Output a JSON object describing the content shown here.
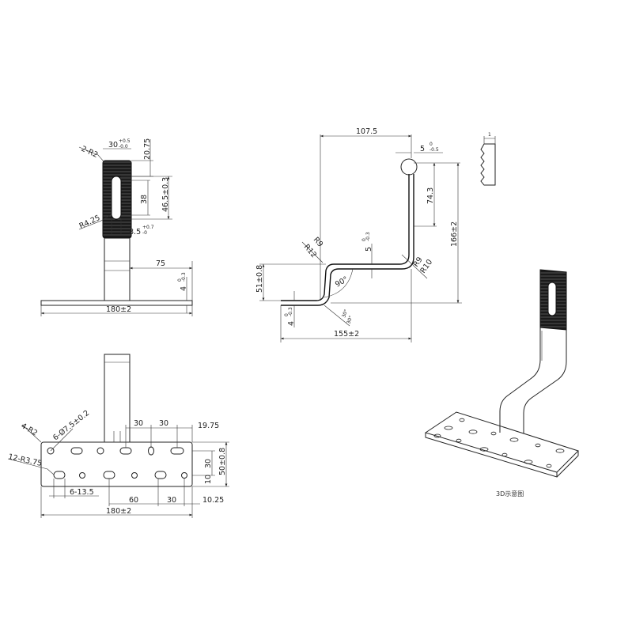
{
  "front_view": {
    "width_label": "30",
    "width_tol_upper": "+0.5",
    "width_tol_lower": "-0.0",
    "corner_radius": "2-R2",
    "top_margin": "20.75",
    "slot_length": "38",
    "slot_span": "46.5±0.3",
    "slot_radius": "R4.25",
    "slot_width": "8.5",
    "slot_width_tol_upper": "+0.7",
    "slot_width_tol_lower": "-0",
    "arm_offset": "75",
    "base_thickness": "4",
    "base_thickness_tol_upper": "0",
    "base_thickness_tol_lower": "-0.3",
    "base_width": "180±2"
  },
  "side_view": {
    "top_length": "107.5",
    "tip_thickness": "5",
    "tip_tol_upper": "0",
    "tip_tol_lower": "-0.5",
    "upper_drop": "74.3",
    "overall_height": "166±2",
    "inner_radius_left": "R12",
    "outer_radius_left": "R9",
    "inner_radius_right": "R9",
    "outer_radius_right": "R10",
    "mid_thickness": "5",
    "mid_tol_upper": "0",
    "mid_tol_lower": "-0.3",
    "angle": "90°",
    "step_height": "51±0.8",
    "base_thickness": "4",
    "base_tol_upper": "0",
    "base_tol_lower": "-0.3",
    "bend_label_a": "30°",
    "bend_label_b": "30°",
    "overall_length": "155±2"
  },
  "plan_view": {
    "corner_radius": "4-R2",
    "hole_spec": "6-Ø7.5±0.2",
    "slot_spec": "12-R3.75",
    "pitch_a": "30",
    "pitch_b": "30",
    "edge_offset": "19.75",
    "row_spacing": "30",
    "plate_width": "50±0.8",
    "edge_row": "10",
    "slot_size": "6-13.5",
    "span_60": "60",
    "span_30": "30",
    "end_offset": "10.25",
    "base_length": "180±2"
  },
  "serration_label": "1",
  "iso_caption": "3D示意图"
}
